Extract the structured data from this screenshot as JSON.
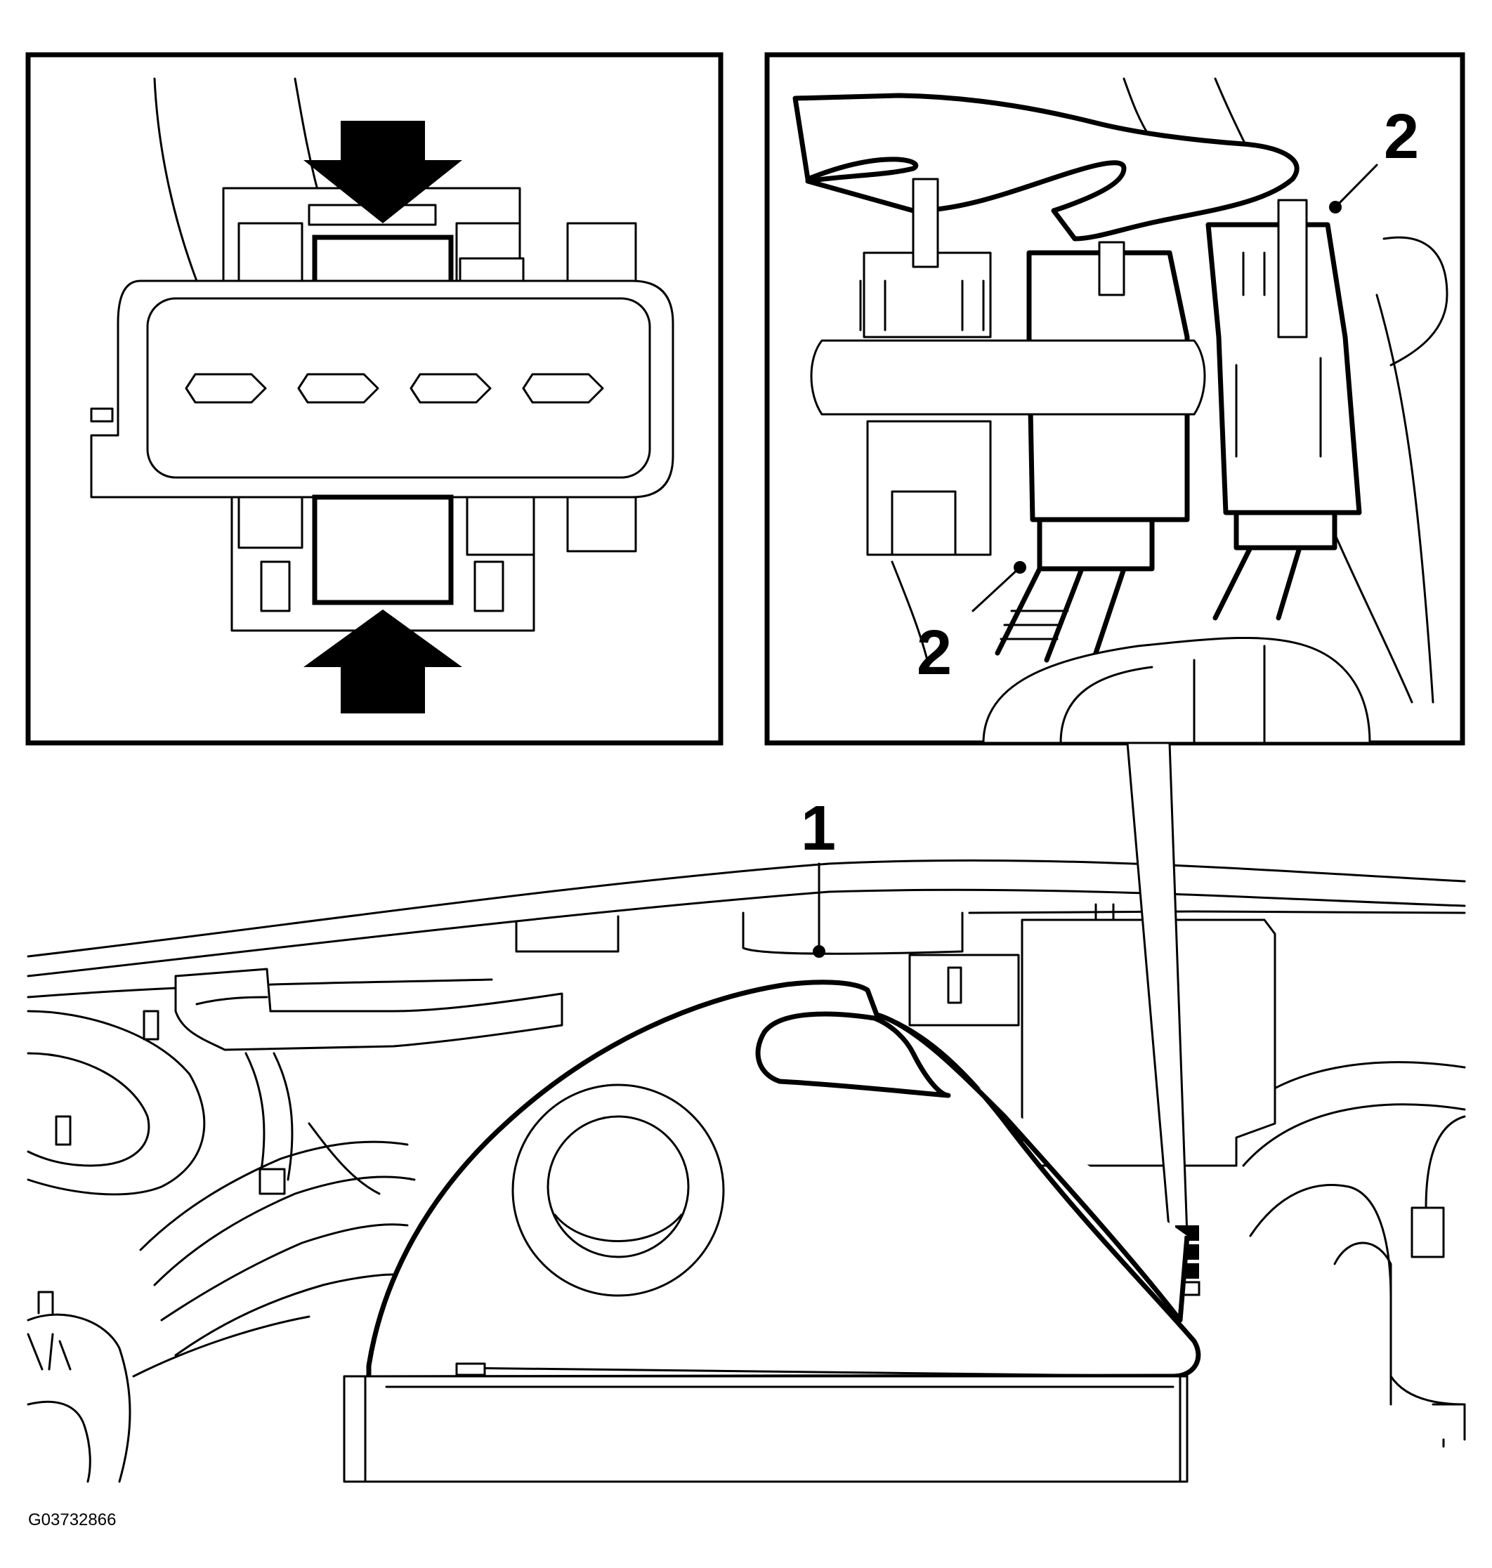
{
  "figure": {
    "callouts": {
      "item_1": "1",
      "item_2_upper": "2",
      "item_2_lower": "2"
    },
    "figure_id": "G03732866"
  },
  "colors": {
    "line": "#000000",
    "background": "#ffffff"
  }
}
